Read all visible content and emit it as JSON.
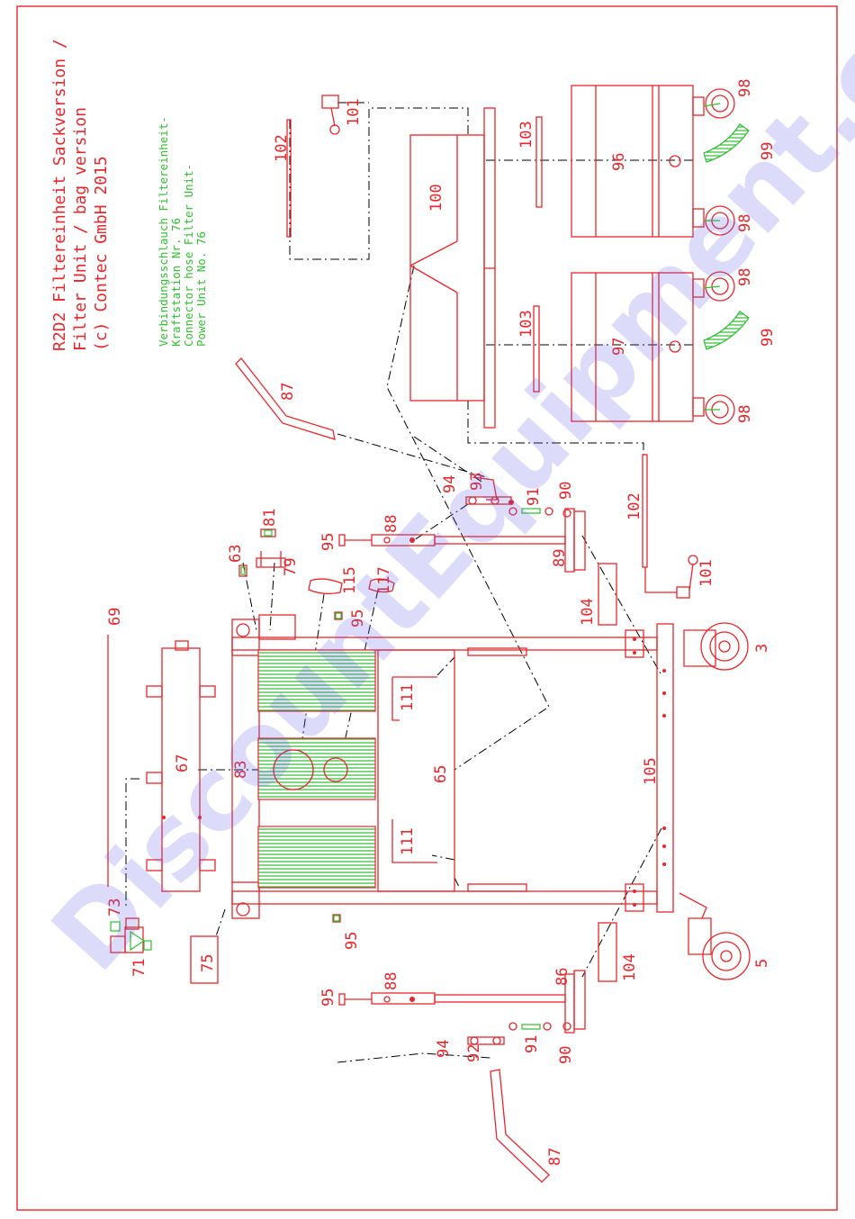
{
  "title": {
    "line1": "R2D2 Filtereinheit Sackversion /",
    "line2": "Filter Unit / bag version",
    "line3": "(c) Contec GmbH 2015"
  },
  "note": {
    "line1": "Verbindungsschlauch Filtereinheit-",
    "line2": "Kraftstation Nr. 76",
    "line3": "Connector hose Filter Unit-",
    "line4": "Power Unit No. 76"
  },
  "watermark": "DiscountEquipment.com",
  "labels": {
    "p3": "3",
    "p5": "5",
    "p63": "63",
    "p65": "65",
    "p67": "67",
    "p69": "69",
    "p71": "71",
    "p73": "73",
    "p75": "75",
    "p79": "79",
    "p81": "81",
    "p83": "83",
    "p86": "86",
    "p87a": "87",
    "p87b": "87",
    "p88a": "88",
    "p88b": "88",
    "p89": "89",
    "p90a": "90",
    "p90b": "90",
    "p91a": "91",
    "p91b": "91",
    "p92": "92",
    "p93": "93",
    "p94a": "94",
    "p94b": "94",
    "p95a": "95",
    "p95b": "95",
    "p95c": "95",
    "p95d": "95",
    "p96": "96",
    "p97": "97",
    "p98a": "98",
    "p98b": "98",
    "p98c": "98",
    "p98d": "98",
    "p99a": "99",
    "p99b": "99",
    "p100": "100",
    "p101a": "101",
    "p101b": "101",
    "p102a": "102",
    "p102b": "102",
    "p103a": "103",
    "p103b": "103",
    "p104a": "104",
    "p104b": "104",
    "p105": "105",
    "p111a": "111",
    "p111b": "111",
    "p115": "115",
    "p117": "117"
  },
  "colors": {
    "lines": "#e8262b",
    "filter_pleats": "#2fbf2f",
    "leader_lines": "#000000",
    "watermark": "#5f5fe6"
  }
}
